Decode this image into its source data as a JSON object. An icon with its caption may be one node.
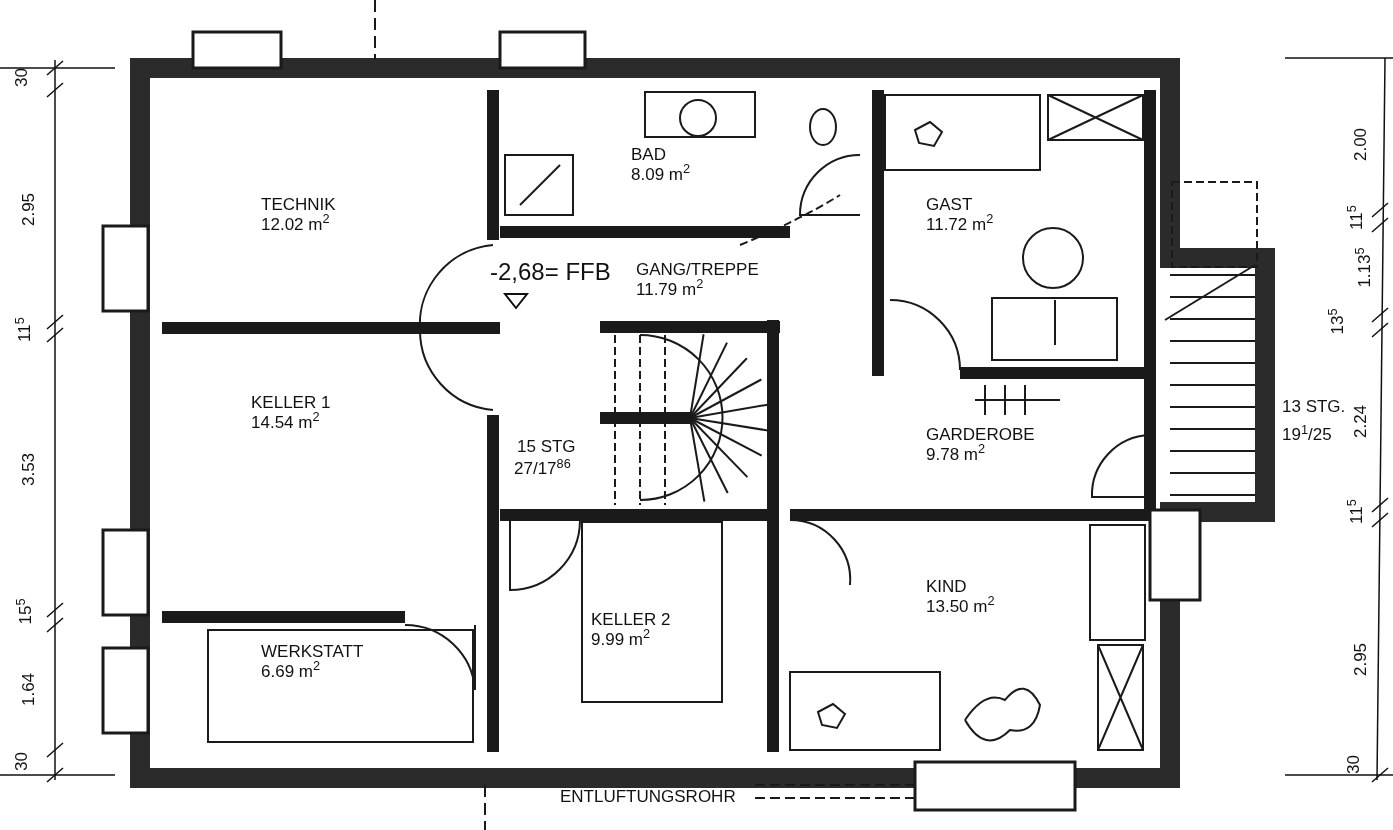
{
  "diagram": {
    "nodes": [
      {
        "text": [
          "TECHNIK",
          "12.02 m$^{2}$"
        ]
      },
      {
        "text": [
          "BAD",
          "8.09 m$^{2}$"
        ]
      },
      {
        "text": [
          "GAST",
          "11.72 m$^{2}$"
        ]
      },
      {
        "text": [
          "GANG/TREPPE",
          "11.79 m$^{2}$"
        ]
      },
      {
        "text": [
          "KELLER 1",
          "14.54 m$^{2}$"
        ]
      },
      {
        "text": [
          "GARDEROBE",
          "9.78 m$^{2}$"
        ]
      },
      {
        "text": [
          "WERKSTATT",
          "6.69 m$^{2}$"
        ]
      },
      {
        "text": [
          "KELLER 2",
          "9.99 m$^{2}$"
        ]
      },
      {
        "text": [
          "KIND",
          "13.50 m$^{2}$"
        ]
      }
    ],
    "edges": [],
    "labels": [
      "30",
      "2.95",
      "11$^{5}$",
      "3.53",
      "15$^{5}$",
      "1.64",
      "30",
      "2.00",
      "11$^{5}$",
      "1.13$^{5}$",
      "13$^{5}$",
      "2.24",
      "11$^{5}$",
      "2.95",
      "30",
      "-2,68= FFB",
      "15 STG",
      "27/17$^{86}$",
      "13 STG.",
      "19$^{1}$/25",
      "ENTLUFTUNGSROHR"
    ]
  }
}
